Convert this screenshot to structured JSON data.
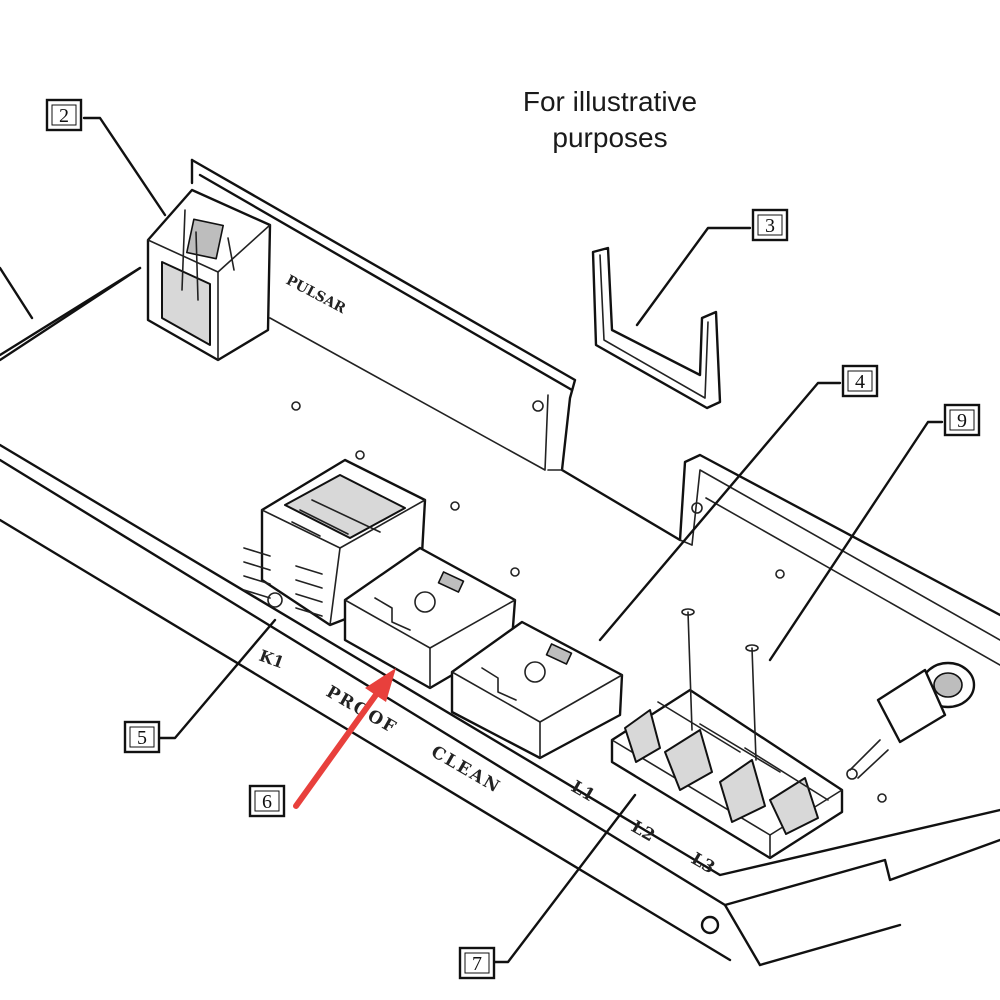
{
  "caption": [
    "For illustrative",
    "purposes"
  ],
  "callouts": [
    "2",
    "3",
    "4",
    "9",
    "5",
    "6",
    "7"
  ],
  "board_labels": {
    "pulsar": "PULSAR",
    "k1": "K1",
    "proof": "PROOF",
    "clean": "CLEAN",
    "l1": "L1",
    "l2": "L2",
    "l3": "L3"
  },
  "colors": {
    "arrow": "#e8403c",
    "line": "#111111"
  }
}
